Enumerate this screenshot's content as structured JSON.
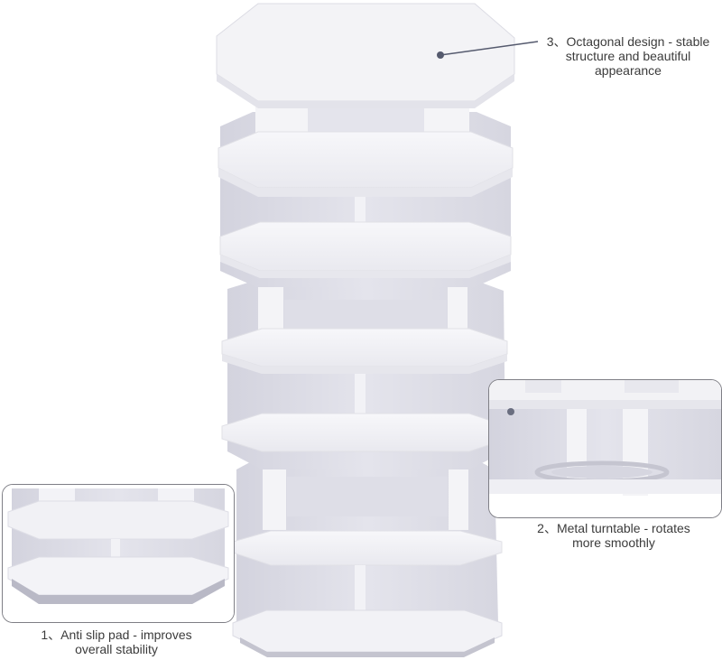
{
  "captions": {
    "octagonal": {
      "line1": "3、Octagonal design - stable",
      "line2": "structure and beautiful",
      "line3": "appearance"
    },
    "turntable": {
      "line1": "2、Metal turntable - rotates",
      "line2": "more smoothly"
    },
    "anti_slip": {
      "line1": "1、Anti slip pad - improves",
      "line2": "overall stability"
    }
  },
  "colors": {
    "panel_top": "#f1f1f5",
    "panel_edge": "#e2e2e8",
    "inner_shadow": "#cfcfd9",
    "inner_back": "#dcdce5",
    "leader_line": "#555a6e",
    "pad": "#b9b9c6"
  }
}
